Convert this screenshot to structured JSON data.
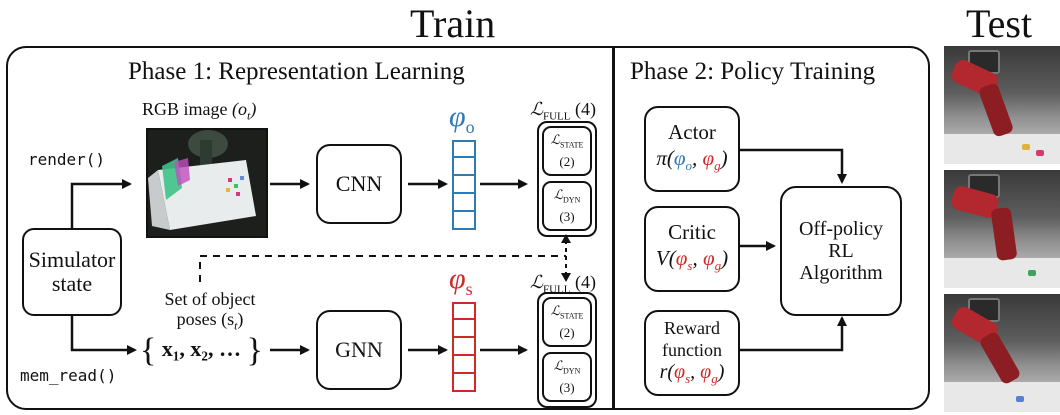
{
  "train_title": "Train",
  "test_title": "Test",
  "phase1": {
    "title": "Phase 1: Representation Learning",
    "rgb_label": "RGB image",
    "rgb_var": "(o",
    "rgb_sub": "t",
    "rgb_close": ")",
    "render_label": "render()",
    "memread_label": "mem_read()",
    "simulator_state": "Simulator state",
    "cnn": "CNN",
    "gnn": "GNN",
    "phi_o": "φ",
    "phi_o_sub": "o",
    "phi_s": "φ",
    "phi_s_sub": "s",
    "set_of_poses_line1": "Set of object",
    "set_of_poses_line2": "poses (s",
    "set_of_poses_sub": "t",
    "set_of_poses_close": ")",
    "set_content": "x₁, x₂, …",
    "loss_full_top": "ℒ",
    "loss_full_sub": "FULL",
    "loss_full_num": "(4)",
    "loss_state": "ℒ",
    "loss_state_sub": "STATE",
    "loss_state_num": "(2)",
    "loss_dyn": "ℒ",
    "loss_dyn_sub": "DYN",
    "loss_dyn_num": "(3)"
  },
  "phase2": {
    "title": "Phase 2: Policy Training",
    "actor": "Actor",
    "actor_expr_pre": "π(",
    "critic": "Critic",
    "critic_expr_pre": "V(",
    "reward_line1": "Reward",
    "reward_line2": "function",
    "reward_expr_pre": "r(",
    "phi": "φ",
    "sub_o": "o",
    "sub_s": "s",
    "sub_g": "g",
    "comma": ", ",
    "close": ")",
    "algo_line1": "Off-policy",
    "algo_line2": "RL",
    "algo_line3": "Algorithm"
  },
  "colors": {
    "blue": "#2f7bb5",
    "red": "#cf2a2a"
  }
}
